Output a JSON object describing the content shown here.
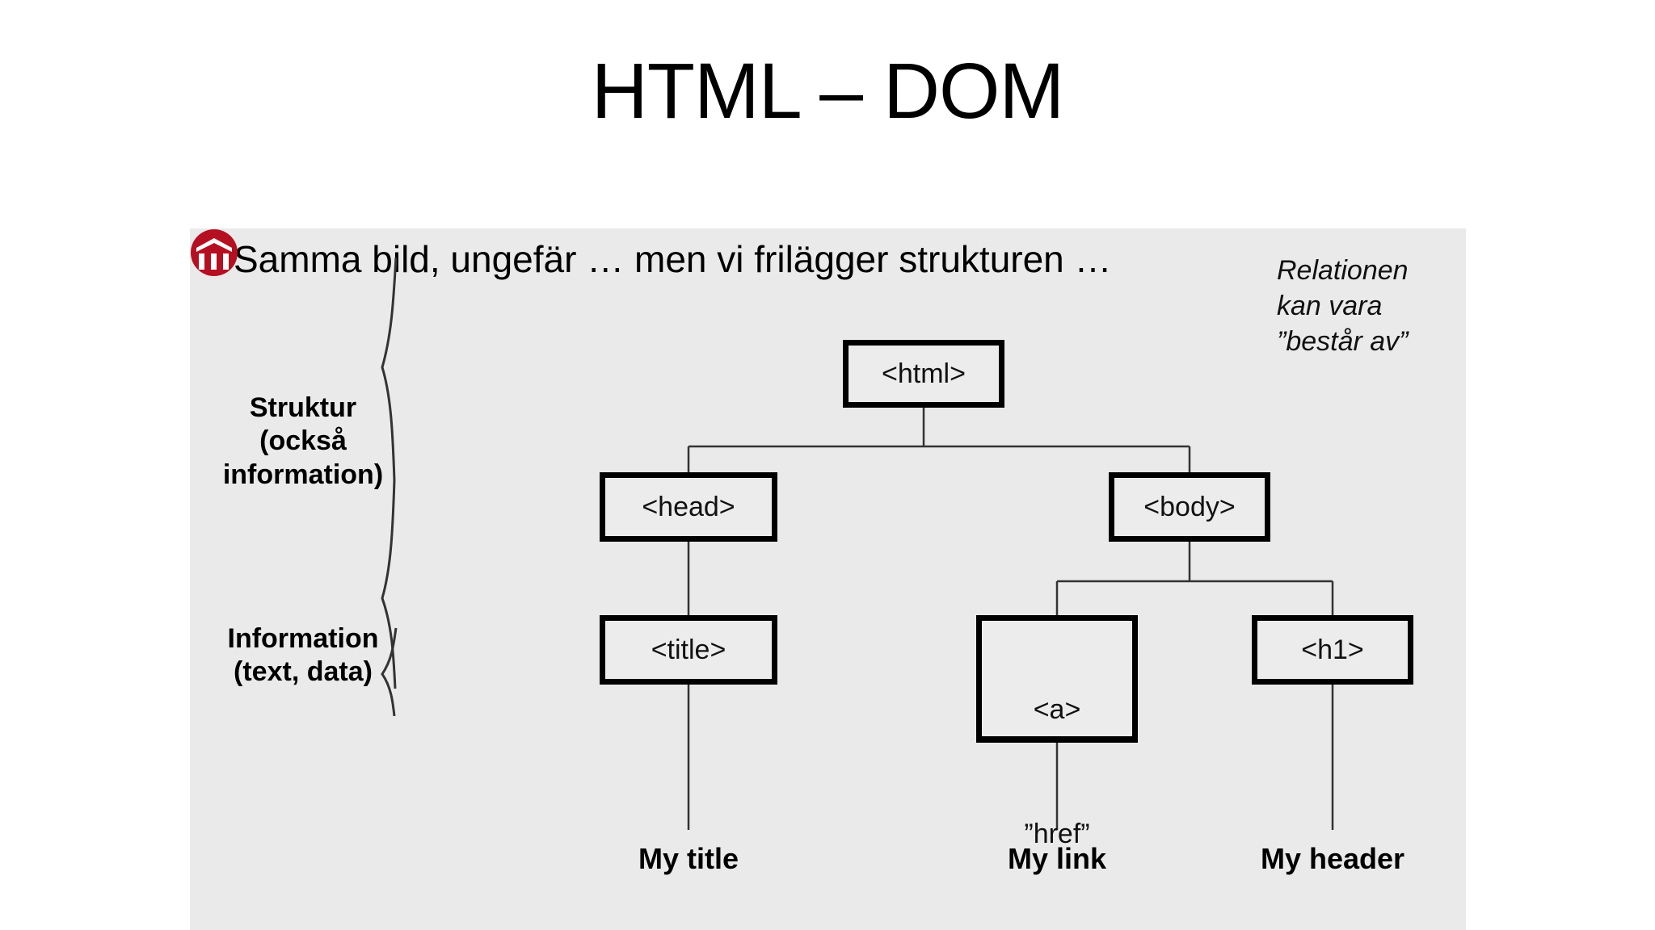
{
  "slide": {
    "title": "HTML – DOM",
    "background_color": "#ffffff",
    "panel_color": "#eaeaea"
  },
  "bullet": {
    "marker": "•",
    "text": "Samma bild, ungefär … men vi frilägger strukturen …"
  },
  "diagram": {
    "type": "tree",
    "node_border_color": "#000000",
    "node_fill_color": "#ececec",
    "connector_color": "#333333",
    "nodes": [
      {
        "id": "html",
        "label": "<html>"
      },
      {
        "id": "head",
        "label": "<head>"
      },
      {
        "id": "body",
        "label": "<body>"
      },
      {
        "id": "title",
        "label": "<title>"
      },
      {
        "id": "a",
        "label": "<a>",
        "attribute": "”href”"
      },
      {
        "id": "h1",
        "label": "<h1>"
      }
    ],
    "edges": [
      {
        "from": "html",
        "to": "head"
      },
      {
        "from": "html",
        "to": "body"
      },
      {
        "from": "head",
        "to": "title"
      },
      {
        "from": "body",
        "to": "a"
      },
      {
        "from": "body",
        "to": "h1"
      },
      {
        "from": "title",
        "to": "leaf_title"
      },
      {
        "from": "a",
        "to": "leaf_link"
      },
      {
        "from": "h1",
        "to": "leaf_header"
      }
    ],
    "leaves": [
      {
        "id": "leaf_title",
        "label": "My title"
      },
      {
        "id": "leaf_link",
        "label": "My link"
      },
      {
        "id": "leaf_header",
        "label": "My header"
      }
    ]
  },
  "side_labels": {
    "structure": "Struktur\n(också\ninformation)",
    "information": "Information\n(text, data)"
  },
  "note": {
    "text": "Relationen\nkan vara\n”består av”"
  },
  "logo": {
    "name": "university-logo",
    "color": "#b51021"
  }
}
